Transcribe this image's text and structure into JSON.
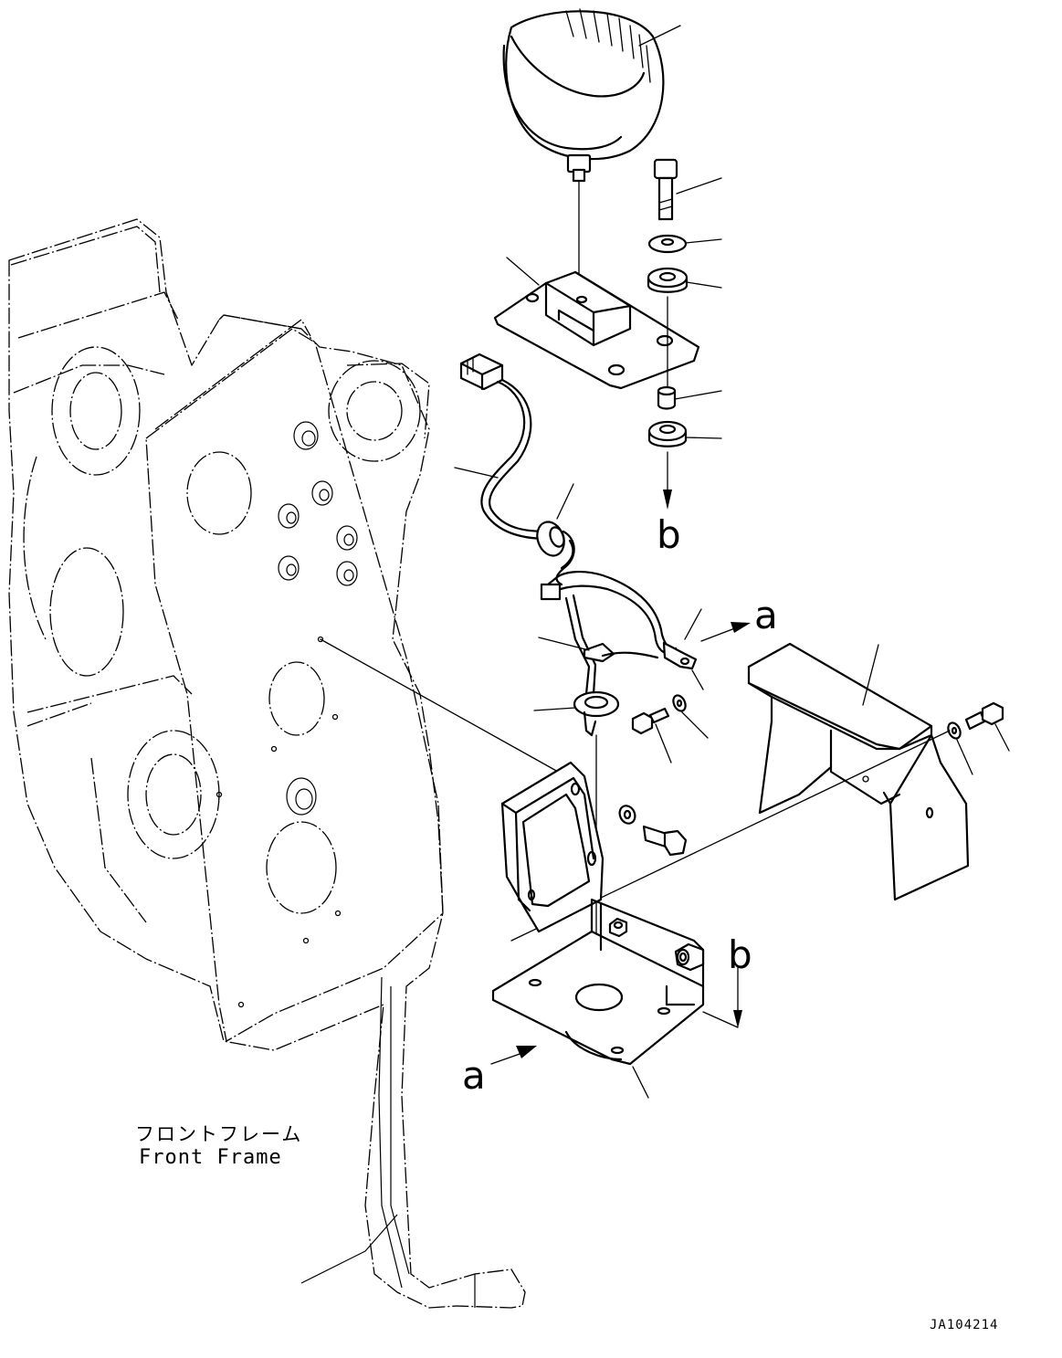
{
  "labels": {
    "frame_jp": "フロントフレーム",
    "frame_en": "Front Frame",
    "drawing_code": "JA104214",
    "arrow_a_upper": "a",
    "arrow_a_lower": "a",
    "arrow_b_upper": "b",
    "arrow_b_lower": "b"
  }
}
